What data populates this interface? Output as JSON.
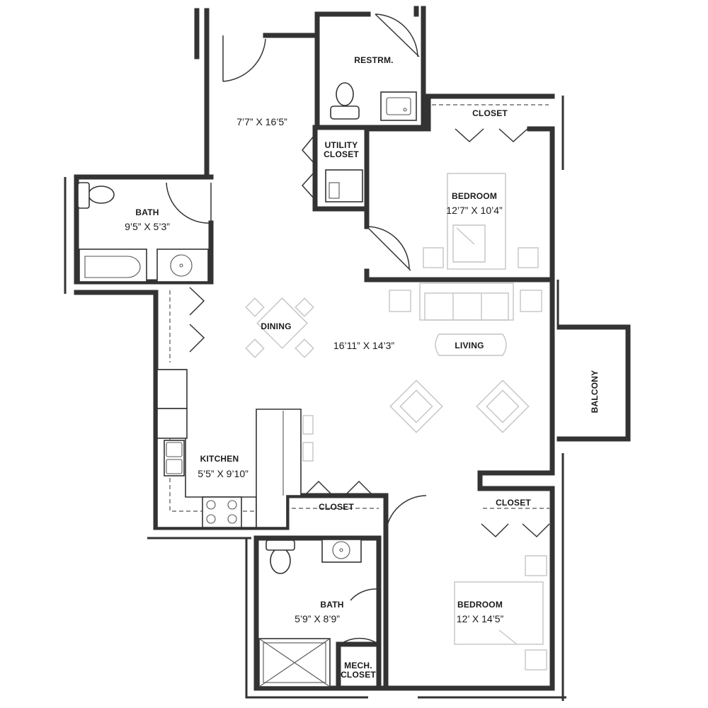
{
  "rooms": {
    "restroom": {
      "name": "RESTRM."
    },
    "entry": {
      "dims": "7’7” X 16’5”"
    },
    "closet_top": {
      "name": "CLOSET"
    },
    "utility": {
      "line1": "UTILITY",
      "line2": "CLOSET"
    },
    "bedroom1": {
      "name": "BEDROOM",
      "dims": "12’7” X 10’4”"
    },
    "bath1": {
      "name": "BATH",
      "dims": "9’5” X 5’3”"
    },
    "dining": {
      "name": "DINING"
    },
    "living_area": {
      "dims": "16’11” X 14’3”"
    },
    "living": {
      "name": "LIVING"
    },
    "balcony": {
      "name": "BALCONY"
    },
    "kitchen": {
      "name": "KITCHEN",
      "dims": "5’5” X 9’10”"
    },
    "closet_mid": {
      "name": "CLOSET"
    },
    "closet_br2": {
      "name": "CLOSET"
    },
    "bath2": {
      "name": "BATH",
      "dims": "5’9” X 8’9”"
    },
    "bedroom2": {
      "name": "BEDROOM",
      "dims": "12’ X 14’5”"
    },
    "mech": {
      "line1": "MECH.",
      "line2": "CLOSET"
    }
  }
}
